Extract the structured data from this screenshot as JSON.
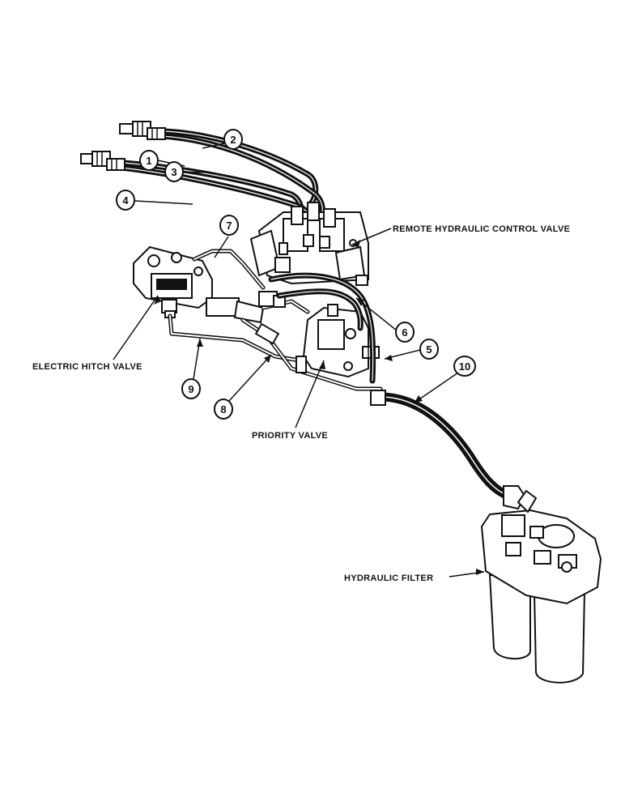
{
  "labels": {
    "remote_valve": "REMOTE HYDRAULIC CONTROL VALVE",
    "electric_hitch": "ELECTRIC HITCH VALVE",
    "priority": "PRIORITY VALVE",
    "filter": "HYDRAULIC FILTER"
  },
  "callouts": {
    "c1": "1",
    "c2": "2",
    "c3": "3",
    "c4": "4",
    "c5": "5",
    "c6": "6",
    "c7": "7",
    "c8": "8",
    "c9": "9",
    "c10": "10"
  }
}
